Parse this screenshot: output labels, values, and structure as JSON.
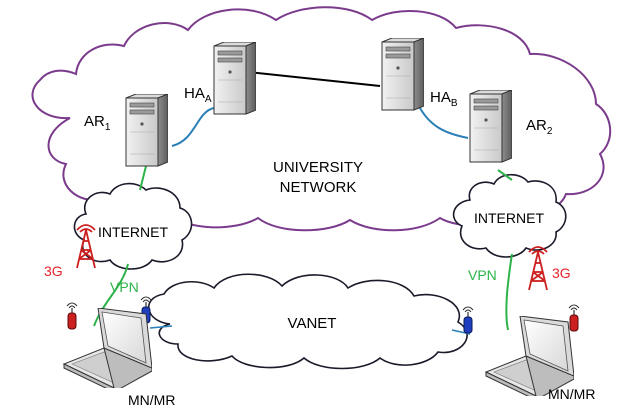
{
  "labels": {
    "ar1": {
      "main": "AR",
      "sub": "1"
    },
    "ha_a": {
      "main": "HA",
      "sub": "A"
    },
    "ha_b": {
      "main": "HA",
      "sub": "B"
    },
    "ar2": {
      "main": "AR",
      "sub": "2"
    },
    "university_line1": "UNIVERSITY",
    "university_line2": "NETWORK",
    "internet_left": "INTERNET",
    "internet_right": "INTERNET",
    "vanet": "VANET",
    "threeg_left": "3G",
    "threeg_right": "3G",
    "vpn_left": "VPN",
    "vpn_right": "VPN",
    "mn_left": "MN/MR",
    "mn_right": "MN/MR"
  },
  "colors": {
    "university_cloud": "#7b3b8c",
    "cloud_outline": "#1a1a2a",
    "lan_link": "#2a7fb8",
    "backbone_link": "#000000",
    "vpn_link": "#2eb34a",
    "vpn_text": "#2eb34a",
    "threeg": "#e8232a",
    "antenna_red": "#cc1f1f",
    "antenna_blue": "#1f3fbf"
  },
  "icons": [
    "server-icon",
    "laptop-icon",
    "cellular-tower-icon",
    "wireless-antenna-icon",
    "cloud-icon"
  ]
}
